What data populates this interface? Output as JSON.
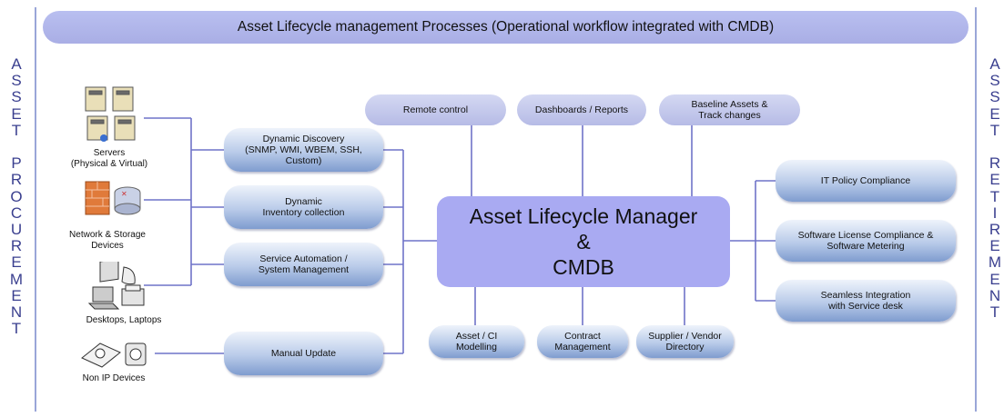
{
  "banner": {
    "title": "Asset Lifecycle management Processes (Operational workflow integrated with CMDB)"
  },
  "left_side": {
    "letters": [
      "A",
      "S",
      "S",
      "E",
      "T",
      "",
      "P",
      "R",
      "O",
      "C",
      "U",
      "R",
      "E",
      "M",
      "E",
      "N",
      "T"
    ]
  },
  "right_side": {
    "letters": [
      "A",
      "S",
      "S",
      "E",
      "T",
      "",
      "R",
      "E",
      "T",
      "I",
      "R",
      "E",
      "M",
      "E",
      "N",
      "T"
    ]
  },
  "center": {
    "line1": "Asset Lifecycle Manager",
    "line2": "&",
    "line3": "CMDB"
  },
  "devices": {
    "servers": "Servers\n(Physical & Virtual)",
    "network": "Network & Storage\nDevices",
    "desktops": "Desktops, Laptops",
    "non_ip": "Non IP Devices"
  },
  "left_processes": {
    "discovery": "Dynamic Discovery\n(SNMP, WMI, WBEM, SSH,\nCustom)",
    "inventory": "Dynamic\nInventory collection",
    "automation": "Service Automation /\nSystem Management",
    "manual": "Manual Update"
  },
  "top_modules": {
    "remote": "Remote control",
    "dashboards": "Dashboards / Reports",
    "baseline": "Baseline Assets &\nTrack changes"
  },
  "bottom_modules": {
    "modelling": "Asset / CI\nModelling",
    "contract": "Contract\nManagement",
    "supplier": "Supplier / Vendor\nDirectory"
  },
  "right_modules": {
    "policy": "IT Policy Compliance",
    "license": "Software License Compliance &\nSoftware Metering",
    "servicedesk": "Seamless Integration\nwith Service desk"
  },
  "colors": {
    "line": "#6f73c8",
    "banner": "#b3b8ea",
    "center": "#a9aaf2",
    "side_text": "#3a3f8f"
  }
}
